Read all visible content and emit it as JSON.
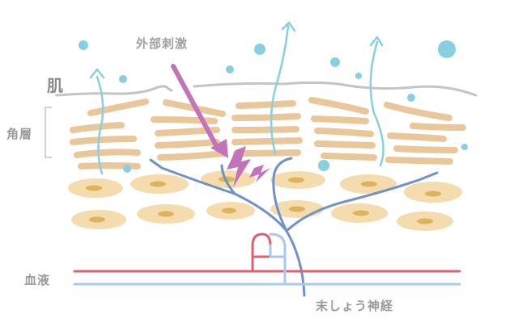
{
  "labels": {
    "skin": "肌",
    "external_stimulus": "外部刺激",
    "stratum_corneum": "角層",
    "blood": "血液",
    "nerve_endings": "末しょう神経"
  },
  "colors": {
    "scale": "#e9c79a",
    "cell": "#f4dcae",
    "nucleus": "#ddb35c",
    "moisture": "#89cfe0",
    "surface": "#c4c4c4",
    "stimulus": "#c174b8",
    "nerve": "#6f93c6",
    "artery": "#e0606e",
    "vein": "#a8c9ef"
  },
  "icons": [
    "moisture-droplet",
    "evaporation-arrow",
    "stimulus-arrow",
    "lightning-bolt"
  ]
}
